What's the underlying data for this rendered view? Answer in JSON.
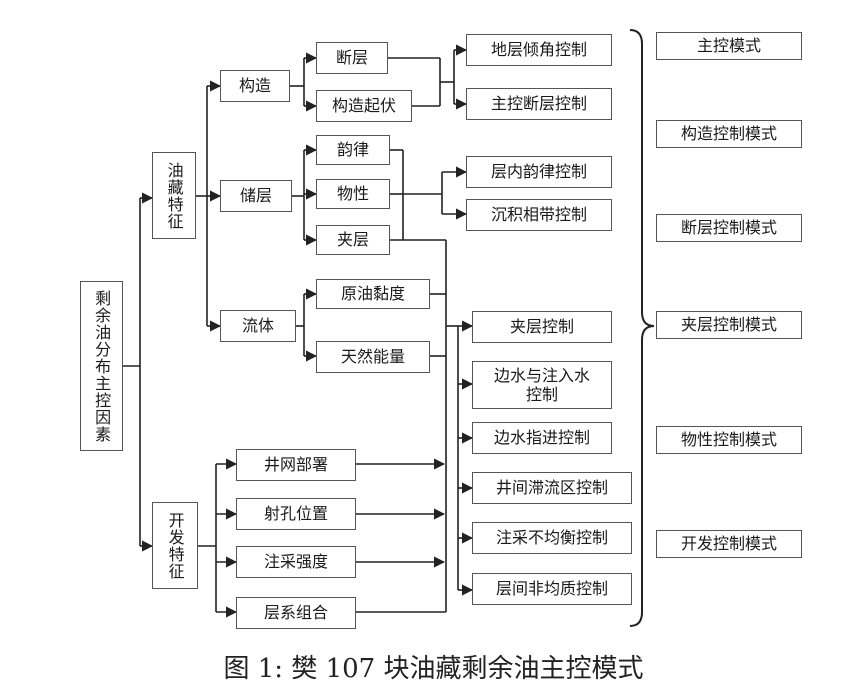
{
  "root": {
    "label": "剩余油分布主控因素"
  },
  "reservoir": {
    "label": "油藏特征"
  },
  "development": {
    "label": "开发特征"
  },
  "structure": {
    "label": "构造"
  },
  "storage": {
    "label": "储层"
  },
  "fluid": {
    "label": "流体"
  },
  "fault": {
    "label": "断层"
  },
  "relief": {
    "label": "构造起伏"
  },
  "rhythm": {
    "label": "韵律"
  },
  "property": {
    "label": "物性"
  },
  "interlayer": {
    "label": "夹层"
  },
  "viscosity": {
    "label": "原油黏度"
  },
  "energy": {
    "label": "天然能量"
  },
  "well_pattern": {
    "label": "井网部署"
  },
  "perforation": {
    "label": "射孔位置"
  },
  "injection": {
    "label": "注采强度"
  },
  "combination": {
    "label": "层系组合"
  },
  "controls": {
    "dip": "地层倾角控制",
    "main_fault": "主控断层控制",
    "rhythm_ctrl": "层内韵律控制",
    "facies": "沉积相带控制",
    "interlayer_ctrl": "夹层控制",
    "edge_water_1": "边水与注入水",
    "edge_water_2": "控制",
    "edge_advance": "边水指进控制",
    "stagnant": "井间滞流区控制",
    "imbalance": "注采不均衡控制",
    "heterogeneity": "层间非均质控制"
  },
  "modes": [
    "主控模式",
    "构造控制模式",
    "断层控制模式",
    "夹层控制模式",
    "物性控制模式",
    "开发控制模式"
  ],
  "caption": "图 1: 樊 107 块油藏剩余油主控模式"
}
